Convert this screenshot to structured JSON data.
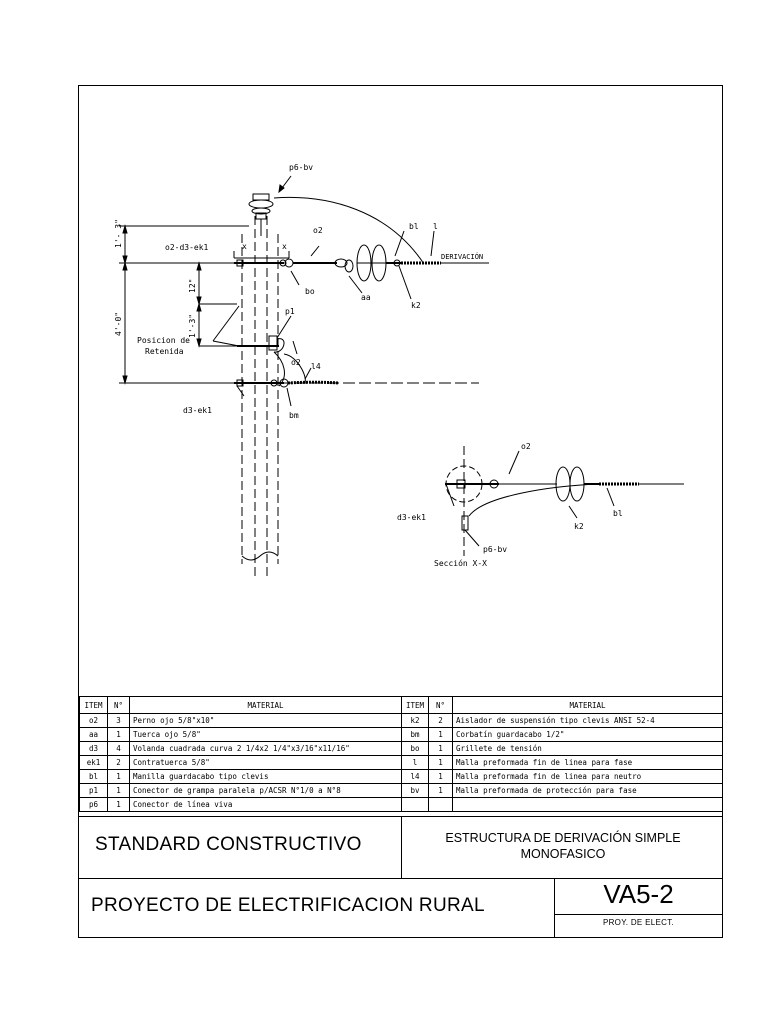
{
  "labels": {
    "p6_bv": "p6-bv",
    "o2_d3_ek1": "o2-d3-ek1",
    "o2": "o2",
    "bl": "bl",
    "l": "l",
    "derivacion": "DERIVACIÓN",
    "bo": "bo",
    "aa": "aa",
    "k2": "k2",
    "dim_1_3": "1'- 3\"",
    "dim_12": "12\"",
    "dim_1_3b": "1'-3\"",
    "dim_4_0": "4'-0\"",
    "x": "x",
    "p1": "p1",
    "l4": "l4",
    "posicion": "Posicion de",
    "retenida": "Retenida",
    "d3_ek1": "d3-ek1",
    "bm": "bm",
    "sec_o2": "o2",
    "sec_d3_ek1": "d3-ek1",
    "sec_k2": "k2",
    "sec_bl": "bl",
    "sec_p6_bv": "p6-bv",
    "seccion": "Sección  X-X"
  },
  "table": {
    "headers": [
      "ITEM",
      "N°",
      "MATERIAL",
      "ITEM",
      "N°",
      "MATERIAL"
    ],
    "rows": [
      [
        "o2",
        "3",
        "Perno ojo 5/8\"x10\"",
        "k2",
        "2",
        "Aislador de suspensión tipo clevis ANSI 52-4"
      ],
      [
        "aa",
        "1",
        "Tuerca ojo 5/8\"",
        "bm",
        "1",
        "Corbatín guardacabo 1/2\""
      ],
      [
        "d3",
        "4",
        "Volanda cuadrada curva 2 1/4x2 1/4\"x3/16\"x11/16\"",
        "bo",
        "1",
        "Grillete de tensión"
      ],
      [
        "ek1",
        "2",
        "Contratuerca 5/8\"",
        "l",
        "1",
        "Malla preformada fin de linea para fase"
      ],
      [
        "bl",
        "1",
        "Manilla guardacabo tipo clevis",
        "l4",
        "1",
        "Malla preformada fin de linea para neutro"
      ],
      [
        "p1",
        "1",
        "Conector de grampa paralela p/ACSR N°1/0 a N°8",
        "bv",
        "1",
        "Malla preformada de protección para fase"
      ],
      [
        "p6",
        "1",
        "Conector de línea viva",
        "",
        "",
        ""
      ]
    ]
  },
  "title_block": {
    "standard": "STANDARD CONSTRUCTIVO",
    "description_line1": "ESTRUCTURA DE DERIVACIÓN SIMPLE",
    "description_line2": "MONOFASICO",
    "project": "PROYECTO DE ELECTRIFICACION RURAL",
    "code": "VA5-2",
    "proy": "PROY. DE ELECT."
  }
}
